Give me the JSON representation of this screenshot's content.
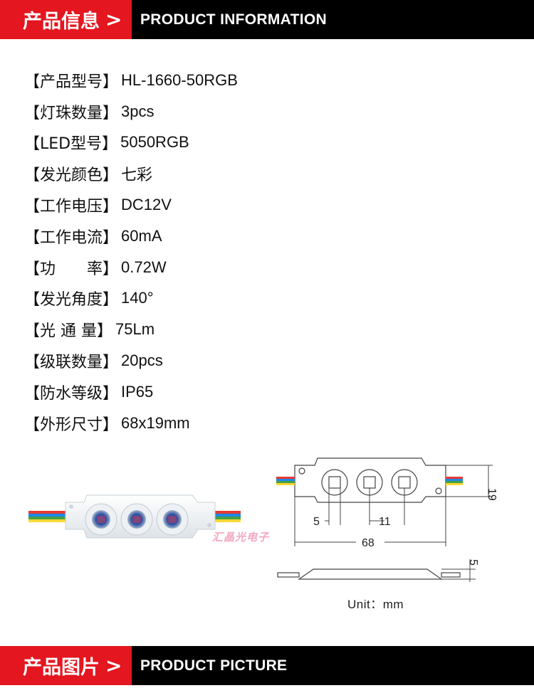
{
  "banner_top": {
    "cn": "产品信息",
    "en": "PRODUCT INFORMATION",
    "chevron": "chevron-right-icon"
  },
  "specs": [
    {
      "label": "【产品型号】",
      "value": "HL-1660-50RGB"
    },
    {
      "label": "【灯珠数量】",
      "value": "3pcs"
    },
    {
      "label": "【LED型号】",
      "value": "5050RGB"
    },
    {
      "label": "【发光颜色】",
      "value": "七彩"
    },
    {
      "label": "【工作电压】",
      "value": "DC12V"
    },
    {
      "label": "【工作电流】",
      "value": "60mA"
    },
    {
      "label": "【功　　率】",
      "value": "0.72W"
    },
    {
      "label": "【发光角度】",
      "value": "140°"
    },
    {
      "label": "【光 通 量】",
      "value": "75Lm"
    },
    {
      "label": "【级联数量】",
      "value": "20pcs"
    },
    {
      "label": "【防水等级】",
      "value": "IP65"
    },
    {
      "label": "【外形尺寸】",
      "value": "68x19mm"
    }
  ],
  "drawing": {
    "dim_5": "5",
    "dim_11": "11",
    "dim_68": "68",
    "dim_19": "19",
    "dim_thickness": "5",
    "unit": "Unit：mm"
  },
  "watermark": "汇晶光电子",
  "banner_bottom": {
    "cn": "产品图片",
    "en": "PRODUCT PICTURE",
    "chevron": "chevron-right-icon"
  },
  "colors": {
    "accent_red": "#e4161f",
    "banner_black": "#000000",
    "wire_colors": [
      "#e53935",
      "#1e88e5",
      "#43a047",
      "#fdd835"
    ]
  }
}
